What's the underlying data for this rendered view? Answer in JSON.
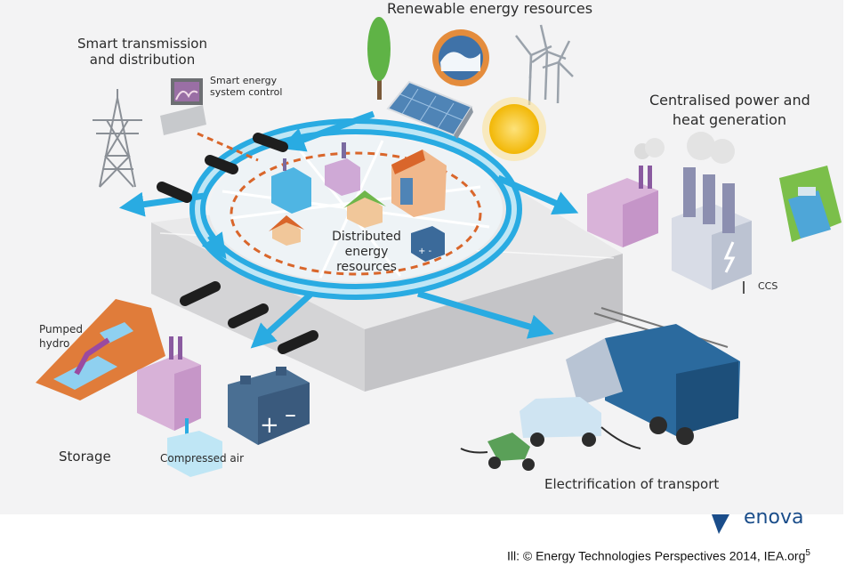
{
  "labels": {
    "renewable": "Renewable energy resources",
    "smart_td_line1": "Smart transmission",
    "smart_td_line2": "and distribution",
    "smart_ctrl_line1": "Smart energy",
    "smart_ctrl_line2": "system control",
    "central_line1": "Centralised power and",
    "central_line2": "heat generation",
    "ccs": "CCS",
    "distributed_line1": "Distributed",
    "distributed_line2": "energy",
    "distributed_line3": "resources",
    "pumped_line1": "Pumped",
    "pumped_line2": "hydro",
    "storage": "Storage",
    "compressed_air": "Compressed air",
    "electrification": "Electrification of transport"
  },
  "logo_text": "enova",
  "credit": {
    "text": "Ill: © Energy Technologies Perspectives 2014, IEA.org",
    "page_number": "5"
  },
  "colors": {
    "background_panel": "#f3f3f4",
    "ring_cyan": "#29abe2",
    "ring_light": "#bfe6f5",
    "dashed_orange": "#d9662b",
    "purple_building": "#c9a6d0",
    "steel_blue": "#4a6f93",
    "sun_yellow": "#f6c21d",
    "hydro_orange": "#e07c3a",
    "logo_blue": "#1a4d8a"
  },
  "icons": [
    "pylon-icon",
    "control-monitor-icon",
    "tree-icon",
    "solar-panel-icon",
    "wave-icon",
    "wind-turbine-icon",
    "sun-icon",
    "power-plant-icon",
    "dam-icon",
    "battery-icon",
    "house-icon",
    "truck-icon",
    "car-icon",
    "scooter-icon"
  ]
}
